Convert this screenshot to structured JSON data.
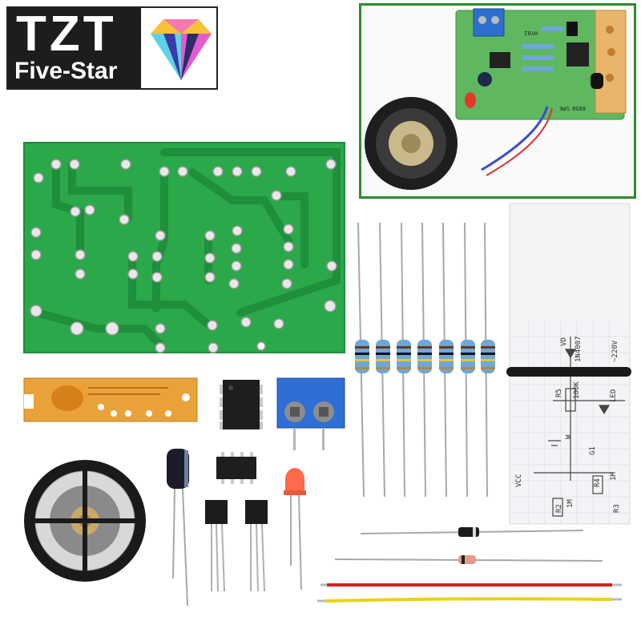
{
  "brand": {
    "name": "TZT",
    "tagline": "Five-Star",
    "colors": {
      "logo_bg": "#1d1d1d",
      "logo_text": "#ffffff",
      "frame_green": "#2e8b2e"
    }
  },
  "inset": {
    "board_labels": [
      "HY02",
      "SPK",
      "8050"
    ]
  },
  "schematic": {
    "labels": [
      "VD",
      "1N4007",
      "~220V",
      "R5",
      "100K",
      "LED",
      "W",
      "G1",
      "R4",
      "1M",
      "R2",
      "1M",
      "R3",
      "VCC"
    ]
  },
  "components": {
    "resistor_count": 7
  }
}
